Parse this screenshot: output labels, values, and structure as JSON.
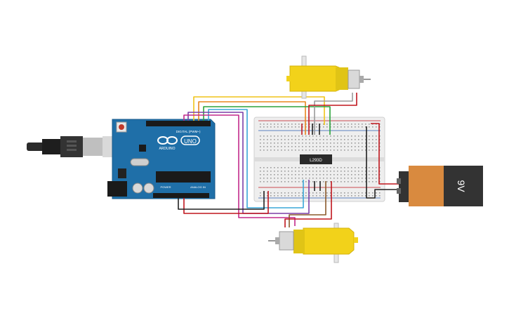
{
  "circuit": {
    "board": {
      "logo_text": "UNO",
      "brand_text": "ARDUINO",
      "header_digital": "DIGITAL (PWM~)",
      "header_power": "POWER",
      "header_analog": "ANALOG IN"
    },
    "driver_chip": {
      "label": "L293D"
    },
    "battery": {
      "label": "9V"
    },
    "colors": {
      "board": "#1f6fa8",
      "breadboard": "#eeeeee",
      "motor_body": "#f2d21a",
      "battery_body": "#d98a3f",
      "battery_cap": "#333333",
      "wire_red": "#c0161d",
      "wire_black": "#222222",
      "wire_yellow": "#f0c419",
      "wire_orange": "#e8871e",
      "wire_green": "#2aa43a",
      "wire_blue": "#3aa7d8",
      "wire_purple": "#7b3fa6",
      "wire_magenta": "#c2298a",
      "wire_brown": "#8a5a2b",
      "wire_grey": "#9a9a9a"
    },
    "icons": [
      "usb-connector-icon",
      "dc-motor-icon",
      "battery-icon",
      "ic-chip-icon"
    ]
  }
}
